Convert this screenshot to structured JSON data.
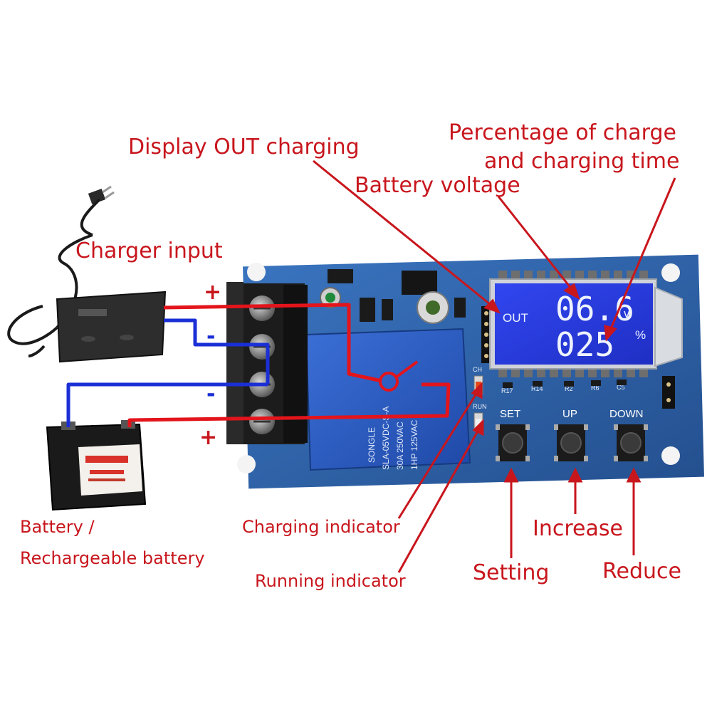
{
  "labels": {
    "display_out": "Display OUT charging",
    "percentage_line1": "Percentage of charge",
    "percentage_line2": "and charging time",
    "battery_voltage": "Battery voltage",
    "charger_input": "Charger input",
    "battery_line1": "Battery /",
    "battery_line2": "Rechargeable battery",
    "charging_indicator": "Charging indicator",
    "running_indicator": "Running indicator",
    "setting": "Setting",
    "increase": "Increase",
    "reduce": "Reduce"
  },
  "polarity": {
    "charger_plus": "+",
    "charger_minus": "-",
    "battery_minus": "-",
    "battery_plus": "+"
  },
  "lcd": {
    "out": "OUT",
    "voltage": "06.6",
    "voltage_unit": "v",
    "percent": "025",
    "percent_unit": "%"
  },
  "buttons": {
    "set": "SET",
    "up": "UP",
    "down": "DOWN"
  },
  "board": {
    "relay_brand": "SONGLE",
    "relay_model": "SLA-05VDC-S-A",
    "relay_rating_1": "30A 250VAC",
    "relay_rating_2": "1HP 125VAC",
    "ch_mark": "CH",
    "run_mark": "RUN",
    "r17": "R17",
    "r14": "R14",
    "r2": "R2",
    "r6": "R6",
    "c5": "C5"
  },
  "colors": {
    "label_red": "#c8161d",
    "wire_red": "#e3141b",
    "wire_blue": "#1b2fd6",
    "pcb_blue": "#2a5fa6",
    "lcd_blue": "#2b3fe0"
  }
}
